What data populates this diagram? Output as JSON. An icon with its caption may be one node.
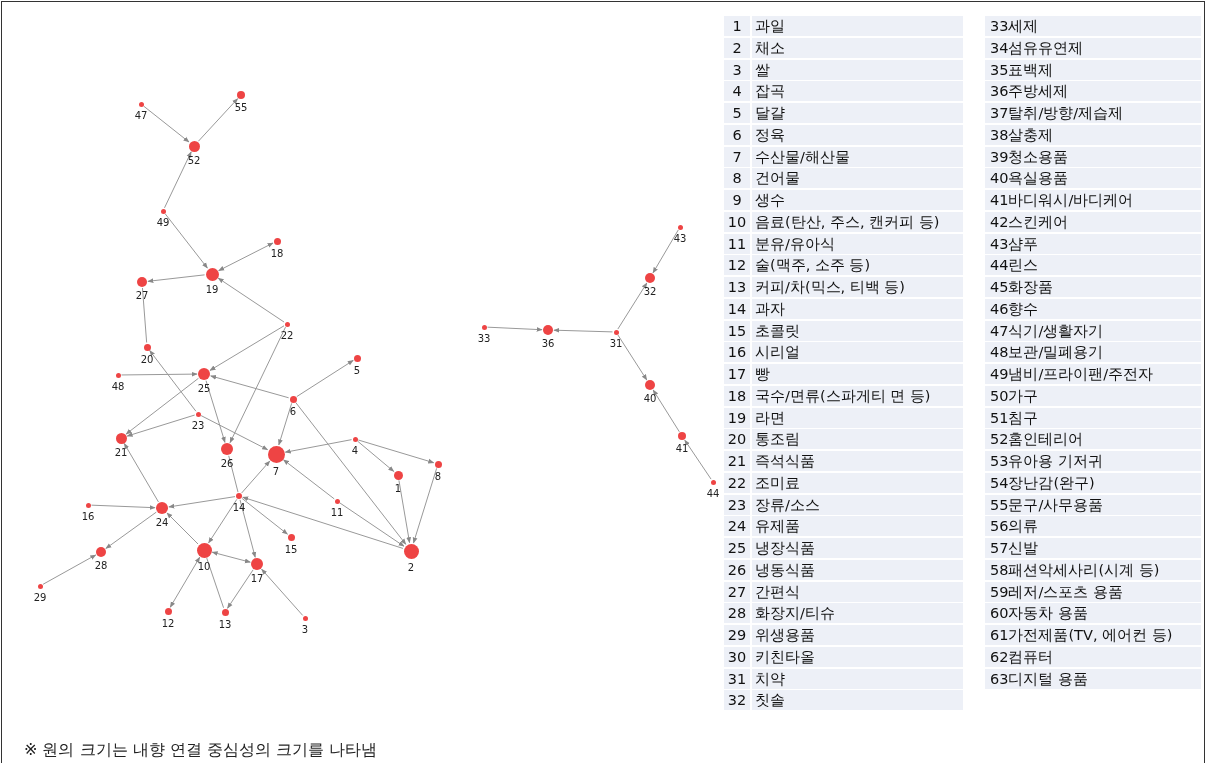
{
  "diagram": {
    "caption": "※ 원의 크기는 내향 연결 중심성의 크기를 나타냄",
    "nodes": [
      {
        "text": [],
        "shape": "circle",
        "beside": [
          "47"
        ]
      },
      {
        "text": [],
        "shape": "circle",
        "beside": [
          "55"
        ]
      },
      {
        "text": [],
        "shape": "circle",
        "beside": [
          "52"
        ]
      },
      {
        "text": [],
        "shape": "circle",
        "beside": [
          "49"
        ]
      },
      {
        "text": [],
        "shape": "circle",
        "beside": [
          "18"
        ]
      },
      {
        "text": [],
        "shape": "circle",
        "beside": [
          "19"
        ]
      },
      {
        "text": [],
        "shape": "circle",
        "beside": [
          "27"
        ]
      },
      {
        "text": [],
        "shape": "circle",
        "beside": [
          "22"
        ]
      },
      {
        "text": [],
        "shape": "circle",
        "beside": [
          "20"
        ]
      },
      {
        "text": [],
        "shape": "circle",
        "beside": [
          "48"
        ]
      },
      {
        "text": [],
        "shape": "circle",
        "beside": [
          "25"
        ]
      },
      {
        "text": [],
        "shape": "circle",
        "beside": [
          "5"
        ]
      },
      {
        "text": [],
        "shape": "circle",
        "beside": [
          "6"
        ]
      },
      {
        "text": [],
        "shape": "circle",
        "beside": [
          "23"
        ]
      },
      {
        "text": [],
        "shape": "circle",
        "beside": [
          "21"
        ]
      },
      {
        "text": [],
        "shape": "circle",
        "beside": [
          "26"
        ]
      },
      {
        "text": [],
        "shape": "circle",
        "beside": [
          "7"
        ]
      },
      {
        "text": [],
        "shape": "circle",
        "beside": [
          "4"
        ]
      },
      {
        "text": [],
        "shape": "circle",
        "beside": [
          "8"
        ]
      },
      {
        "text": [],
        "shape": "circle",
        "beside": [
          "1"
        ]
      },
      {
        "text": [],
        "shape": "circle",
        "beside": [
          "14"
        ]
      },
      {
        "text": [],
        "shape": "circle",
        "beside": [
          "11"
        ]
      },
      {
        "text": [],
        "shape": "circle",
        "beside": [
          "16"
        ]
      },
      {
        "text": [],
        "shape": "circle",
        "beside": [
          "24"
        ]
      },
      {
        "text": [],
        "shape": "circle",
        "beside": [
          "15"
        ]
      },
      {
        "text": [],
        "shape": "circle",
        "beside": [
          "2"
        ]
      },
      {
        "text": [],
        "shape": "circle",
        "beside": [
          "10"
        ]
      },
      {
        "text": [],
        "shape": "circle",
        "beside": [
          "17"
        ]
      },
      {
        "text": [],
        "shape": "circle",
        "beside": [
          "28"
        ]
      },
      {
        "text": [],
        "shape": "circle",
        "beside": [
          "29"
        ]
      },
      {
        "text": [],
        "shape": "circle",
        "beside": [
          "12"
        ]
      },
      {
        "text": [],
        "shape": "circle",
        "beside": [
          "13"
        ]
      },
      {
        "text": [],
        "shape": "circle",
        "beside": [
          "3"
        ]
      },
      {
        "text": [],
        "shape": "circle",
        "beside": [
          "43"
        ]
      },
      {
        "text": [],
        "shape": "circle",
        "beside": [
          "32"
        ]
      },
      {
        "text": [],
        "shape": "circle",
        "beside": [
          "33"
        ]
      },
      {
        "text": [],
        "shape": "circle",
        "beside": [
          "36"
        ]
      },
      {
        "text": [],
        "shape": "circle",
        "beside": [
          "31"
        ]
      },
      {
        "text": [],
        "shape": "circle",
        "beside": [
          "40"
        ]
      },
      {
        "text": [],
        "shape": "circle",
        "beside": [
          "41"
        ]
      },
      {
        "text": [],
        "shape": "circle",
        "beside": [
          "44"
        ]
      }
    ],
    "edges": [
      {
        "from": 0,
        "to": 2,
        "arrow": "to"
      },
      {
        "from": 2,
        "to": 1,
        "arrow": "to"
      },
      {
        "from": 3,
        "to": 2,
        "arrow": "to"
      },
      {
        "from": 3,
        "to": 5,
        "arrow": "to"
      },
      {
        "from": 4,
        "to": 5,
        "arrow": "both"
      },
      {
        "from": 5,
        "to": 6,
        "arrow": "to"
      },
      {
        "from": 8,
        "to": 6,
        "arrow": "none"
      },
      {
        "from": 7,
        "to": 5,
        "arrow": "to"
      },
      {
        "from": 7,
        "to": 10,
        "arrow": "to"
      },
      {
        "from": 7,
        "to": 15,
        "arrow": "to"
      },
      {
        "from": 13,
        "to": 8,
        "arrow": "to"
      },
      {
        "from": 9,
        "to": 10,
        "arrow": "to"
      },
      {
        "from": 12,
        "to": 10,
        "arrow": "to"
      },
      {
        "from": 12,
        "to": 11,
        "arrow": "to"
      },
      {
        "from": 12,
        "to": 16,
        "arrow": "to"
      },
      {
        "from": 12,
        "to": 25,
        "arrow": "to"
      },
      {
        "from": 10,
        "to": 14,
        "arrow": "to"
      },
      {
        "from": 10,
        "to": 15,
        "arrow": "to"
      },
      {
        "from": 13,
        "to": 14,
        "arrow": "to"
      },
      {
        "from": 13,
        "to": 16,
        "arrow": "to"
      },
      {
        "from": 17,
        "to": 16,
        "arrow": "to"
      },
      {
        "from": 17,
        "to": 19,
        "arrow": "to"
      },
      {
        "from": 17,
        "to": 18,
        "arrow": "to"
      },
      {
        "from": 19,
        "to": 25,
        "arrow": "to"
      },
      {
        "from": 18,
        "to": 25,
        "arrow": "to"
      },
      {
        "from": 21,
        "to": 16,
        "arrow": "to"
      },
      {
        "from": 21,
        "to": 25,
        "arrow": "to"
      },
      {
        "from": 25,
        "to": 20,
        "arrow": "to"
      },
      {
        "from": 20,
        "to": 16,
        "arrow": "to"
      },
      {
        "from": 20,
        "to": 15,
        "arrow": "none"
      },
      {
        "from": 20,
        "to": 23,
        "arrow": "to"
      },
      {
        "from": 20,
        "to": 26,
        "arrow": "to"
      },
      {
        "from": 20,
        "to": 27,
        "arrow": "to"
      },
      {
        "from": 20,
        "to": 24,
        "arrow": "to"
      },
      {
        "from": 22,
        "to": 23,
        "arrow": "to"
      },
      {
        "from": 23,
        "to": 14,
        "arrow": "to"
      },
      {
        "from": 26,
        "to": 23,
        "arrow": "to"
      },
      {
        "from": 23,
        "to": 28,
        "arrow": "to"
      },
      {
        "from": 29,
        "to": 28,
        "arrow": "to"
      },
      {
        "from": 26,
        "to": 27,
        "arrow": "both"
      },
      {
        "from": 30,
        "to": 26,
        "arrow": "both"
      },
      {
        "from": 26,
        "to": 31,
        "arrow": "none"
      },
      {
        "from": 27,
        "to": 31,
        "arrow": "to"
      },
      {
        "from": 32,
        "to": 27,
        "arrow": "to"
      },
      {
        "from": 33,
        "to": 34,
        "arrow": "to"
      },
      {
        "from": 37,
        "to": 34,
        "arrow": "to"
      },
      {
        "from": 35,
        "to": 36,
        "arrow": "to"
      },
      {
        "from": 37,
        "to": 36,
        "arrow": "to"
      },
      {
        "from": 37,
        "to": 38,
        "arrow": "to"
      },
      {
        "from": 39,
        "to": 38,
        "arrow": "to"
      },
      {
        "from": 40,
        "to": 39,
        "arrow": "to"
      }
    ],
    "labels": [
      "1",
      "과일",
      "2",
      "채소",
      "3",
      "쌀",
      "4",
      "잡곡",
      "5",
      "달걀",
      "6",
      "정육",
      "7",
      "수산물/해산물",
      "8",
      "건어물",
      "9",
      "생수",
      "10",
      "음료(탄산, 주스, 캔커피 등)",
      "11",
      "분유/유아식",
      "12",
      "술(맥주, 소주 등)",
      "13",
      "커피/차(믹스, 티백 등)",
      "14",
      "과자",
      "15",
      "초콜릿",
      "16",
      "시리얼",
      "17",
      "빵",
      "18",
      "국수/면류(스파게티 면 등)",
      "19",
      "라면",
      "20",
      "통조림",
      "21",
      "즉석식품",
      "22",
      "조미료",
      "23",
      "장류/소스",
      "24",
      "유제품",
      "25",
      "냉장식품",
      "26",
      "냉동식품",
      "27",
      "간편식",
      "28",
      "화장지/티슈",
      "29",
      "위생용품",
      "30",
      "키친타올",
      "31",
      "치약",
      "32",
      "칫솔",
      "33세제",
      "34섬유유연제",
      "35표백제",
      "36주방세제",
      "37탈취/방향/제습제",
      "38살충제",
      "39청소용품",
      "40욕실용품",
      "41바디워시/바디케어",
      "42스킨케어",
      "43샴푸",
      "44린스",
      "45화장품",
      "46향수",
      "47식기/생활자기",
      "48보관/밀폐용기",
      "49냄비/프라이팬/주전자",
      "50가구",
      "51침구",
      "52홈인테리어",
      "53유아용 기저귀",
      "54장난감(완구)",
      "55문구/사무용품",
      "56의류",
      "57신발",
      "58패션악세사리(시계 등)",
      "59레저/스포츠 용품",
      "60자동차 용품",
      "61가전제품(TV, 에어컨 등)",
      "62컴퓨터",
      "63디지털 용품"
    ]
  }
}
